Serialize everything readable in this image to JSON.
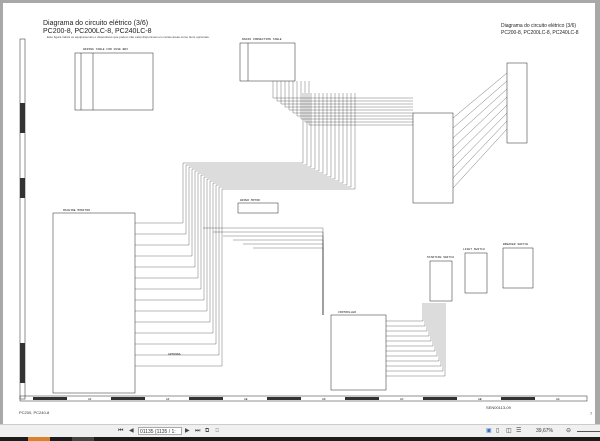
{
  "document": {
    "title": "Diagrama do circuito elétrico (3/6)",
    "models": "PC200-8, PC200LC-8, PC240LC-8",
    "note": "Este figura indica os equipamentos e dispositivos que podem não estar disponíveis em certas áreas como itens opcionais.",
    "right_title": "Diagrama do circuito elétrico (3/6)",
    "right_models": "PC200-8, PC200LC-8, PC240LC-8",
    "footer_left": "PC200, PC240-8",
    "footer_code": "SEN00113-09",
    "footer_page": "7",
    "labels": {
      "fuse_table": "WIRING TABLE FOR FUSE BOX",
      "radio_table": "RADIO CONNECTION TABLE",
      "monitor": "MACHINE MONITOR",
      "controller": "CONTROLLER",
      "wiper": "WIPER MOTOR",
      "antenna": "ANTENNA",
      "starting_switch": "STARTING SWITCH",
      "light_switch": "LIGHT SWITCH",
      "breaker_switch": "BREAKER SWITCH"
    },
    "grid_letters": [
      "AI",
      "AF",
      "AE",
      "AD",
      "AC",
      "AB",
      "AA"
    ]
  },
  "toolbar": {
    "page_field": "01135 (1135 / 1:",
    "zoom": "39,67%"
  }
}
